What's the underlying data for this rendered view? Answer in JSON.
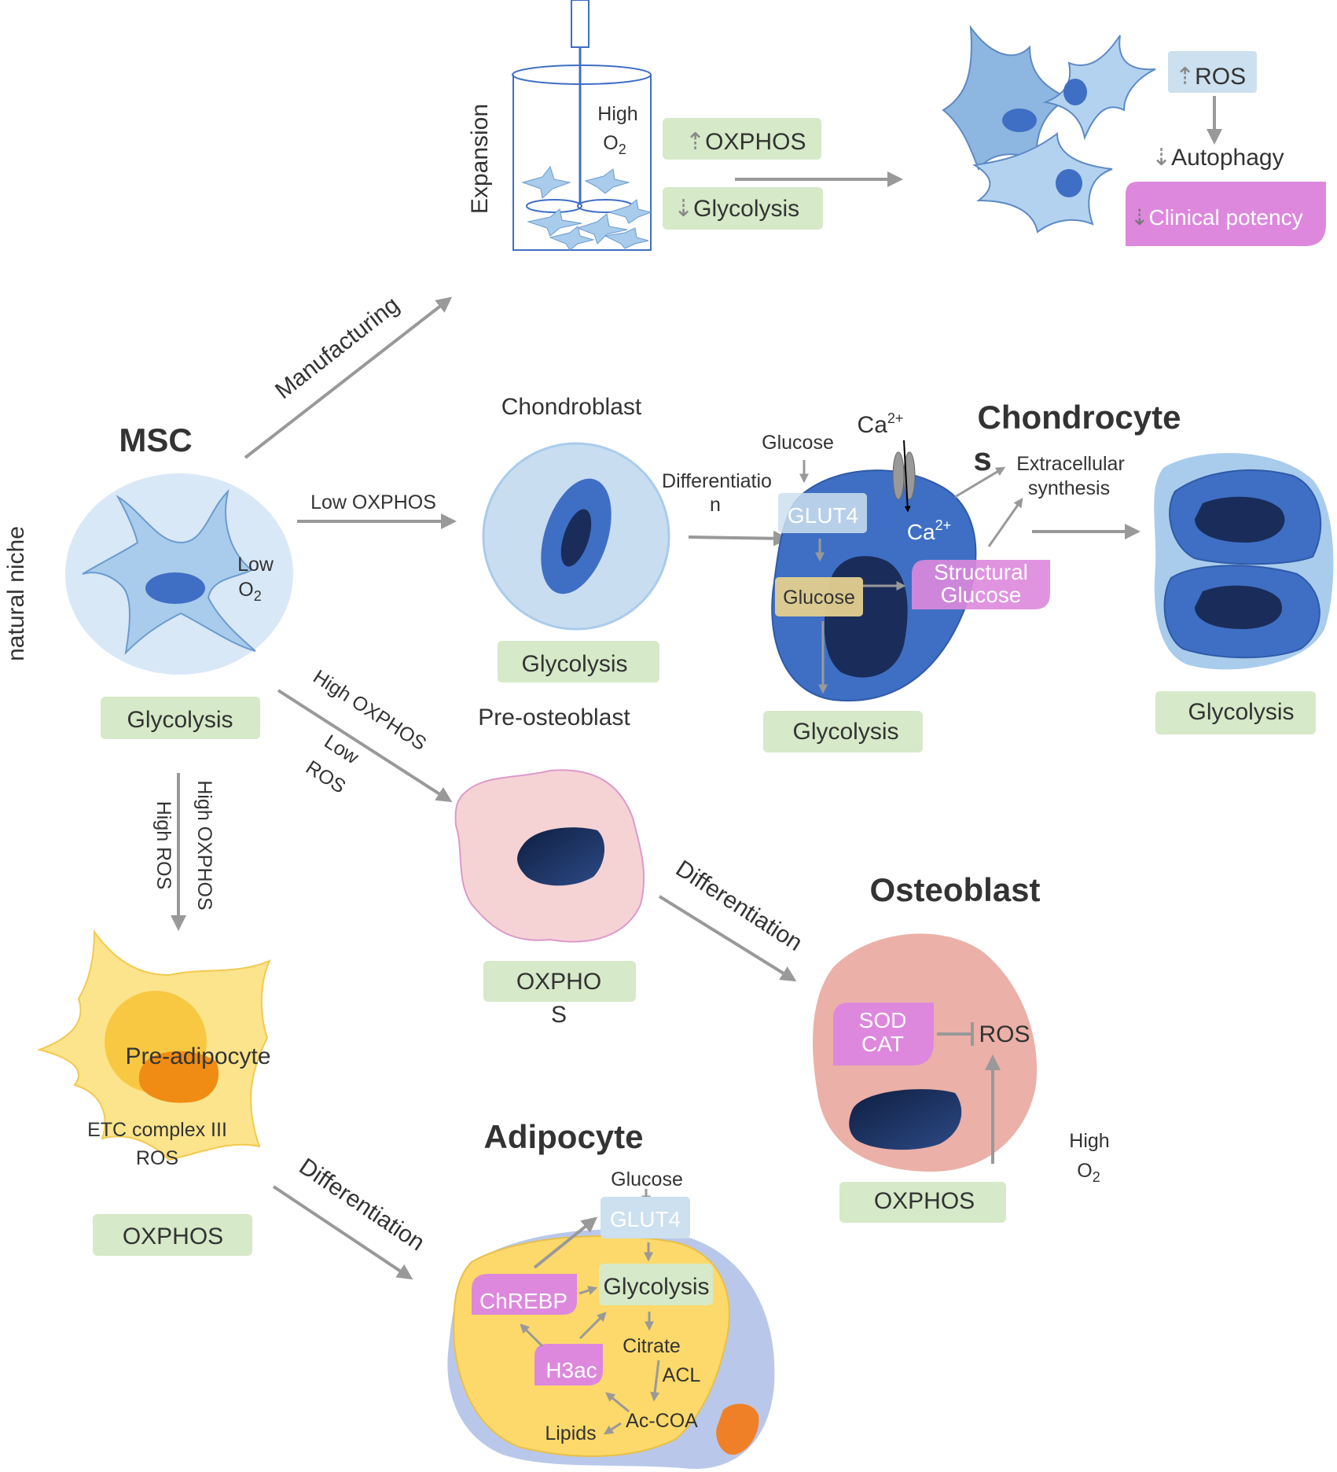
{
  "side_label": "natural niche",
  "colors": {
    "green_box": "#d6e9c8",
    "pink_box": "#dd88dd",
    "light_blue_box": "#cce0ef",
    "cell_light_blue": "#a9ccec",
    "cell_blue": "#3f6fc4",
    "nucleus_dark": "#1a2d5a",
    "arrow_grey": "#999999",
    "adipocyte_yellow": "#fcd96a",
    "osteoblast_pink": "#ebb0a8"
  },
  "msc": {
    "title": "MSC",
    "low": "Low",
    "o2": "O",
    "o2_sub": "2",
    "box": "Glycolysis"
  },
  "manufacturing": {
    "arrow_label": "Manufacturing",
    "expansion": "Expansion",
    "high": "High",
    "o2": "O",
    "o2_sub": "2",
    "oxphos": "OXPHOS",
    "glycolysis": "Glycolysis",
    "ros": "ROS",
    "autophagy": "Autophagy",
    "clinical_potency": "Clinical potency"
  },
  "chondro": {
    "arrow_label": "Low OXPHOS",
    "chondroblast": "Chondroblast",
    "chondroblast_box": "Glycolysis",
    "differentiation_1": "Differentiatio",
    "differentiation_2": "n",
    "glucose_top": "Glucose",
    "glut4": "GLUT4",
    "ca_top": "Ca",
    "ca_inner": "Ca",
    "ca_sup": "2+",
    "glucose_inner": "Glucose",
    "structural": "Structural",
    "structural_glucose": "Glucose",
    "chondrocyte_title_1": "Chondrocyte",
    "chondrocyte_title_2": "s",
    "extracellular_1": "Extracellular",
    "extracellular_2": "synthesis",
    "chondrocyte_box": "Glycolysis",
    "final_box": "Glycolysis"
  },
  "osteo": {
    "arrow_label_1": "High OXPHOS",
    "arrow_label_2": "Low",
    "arrow_label_3": "ROS",
    "pre_osteoblast": "Pre-osteoblast",
    "pre_box_1": "OXPHO",
    "pre_box_2": "S",
    "differentiation": "Differentiation",
    "osteoblast": "Osteoblast",
    "sod": "SOD",
    "cat": "CAT",
    "ros": "ROS",
    "high": "High",
    "o2": "O",
    "o2_sub": "2",
    "osteoblast_box": "OXPHOS"
  },
  "adipo": {
    "down_label_1": "High OXPHOS",
    "down_label_2": "High ROS",
    "pre_adipocyte": "Pre-adipocyte",
    "etc_1": "ETC complex III",
    "etc_2": "ROS",
    "pre_box": "OXPHOS",
    "differentiation": "Differentiation",
    "adipocyte": "Adipocyte",
    "glucose": "Glucose",
    "glut4": "GLUT4",
    "chrebp": "ChREBP",
    "glycolysis": "Glycolysis",
    "citrate": "Citrate",
    "h3ac": "H3ac",
    "acl": "ACL",
    "ac_coa": "Ac-COA",
    "lipids": "Lipids"
  }
}
